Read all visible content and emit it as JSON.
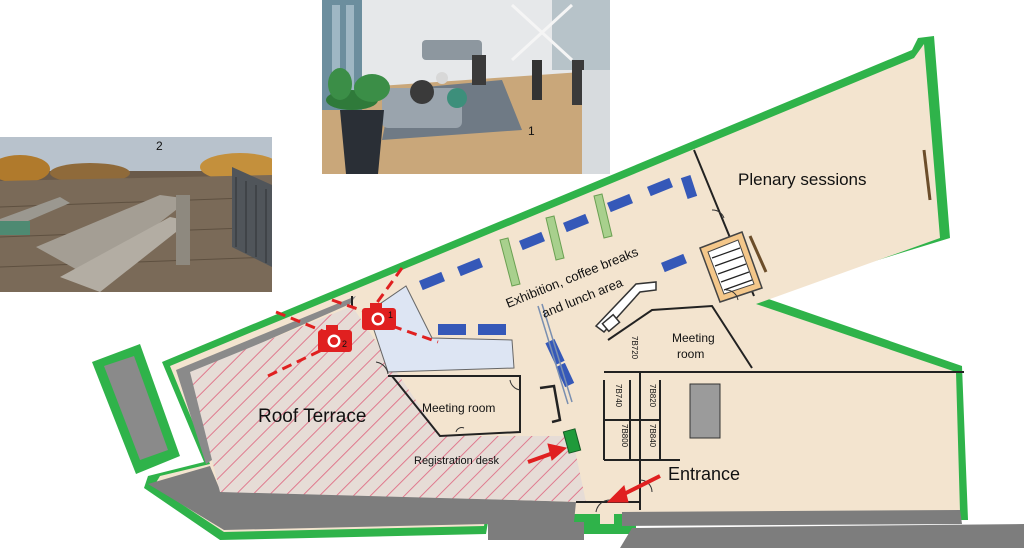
{
  "photos": [
    {
      "number": "1"
    },
    {
      "number": "2"
    }
  ],
  "cameras": [
    {
      "number": "1"
    },
    {
      "number": "2"
    }
  ],
  "areas": {
    "plenary": "Plenary sessions",
    "exhibition_line1": "Exhibition, coffee breaks",
    "exhibition_line2": "and lunch area",
    "meeting_room_left": "Meeting room",
    "meeting_room_right_line1": "Meeting",
    "meeting_room_right_line2": "room",
    "roof_terrace": "Roof Terrace",
    "registration": "Registration desk",
    "entrance": "Entrance"
  },
  "room_codes": [
    "7B720",
    "7B740",
    "7B820",
    "7B840",
    "7B800"
  ],
  "colors": {
    "wall_green": "#2fb34a",
    "wall_gray": "#8a8a8a",
    "floor_tan": "#f3e4cf",
    "camera_red": "#e02020",
    "booth_blue": "#3558b8",
    "coffee_green": "#a8d08d",
    "reg_desk_green": "#1f9a3a",
    "hatch_pink": "#e07a8e"
  }
}
